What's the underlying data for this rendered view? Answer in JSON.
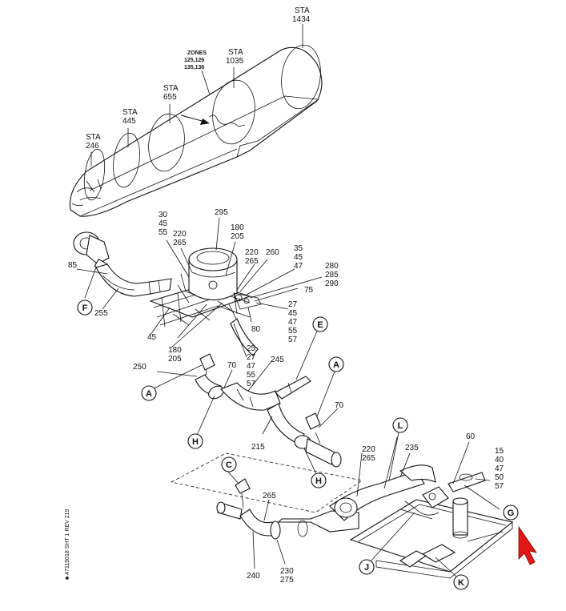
{
  "stations": [
    {
      "label": "STA",
      "value": "246"
    },
    {
      "label": "STA",
      "value": "445"
    },
    {
      "label": "STA",
      "value": "655"
    },
    {
      "label": "STA",
      "value": "1035"
    },
    {
      "label": "STA",
      "value": "1434"
    }
  ],
  "zones": [
    "ZONES",
    "125,126",
    "135,136"
  ],
  "part_numbers": {
    "p295": "295",
    "p30": "30",
    "p45a": "45",
    "p55a": "55",
    "p220a": "220",
    "p265a": "265",
    "p180a": "180",
    "p205a": "205",
    "p220b": "220",
    "p265b": "265",
    "p260": "260",
    "p35": "35",
    "p45b": "45",
    "p47a": "47",
    "p280": "280",
    "p285": "285",
    "p290": "290",
    "p75": "75",
    "p27a": "27",
    "p45c": "45",
    "p47b": "47",
    "p55b": "55",
    "p57a": "57",
    "p85": "85",
    "p255": "255",
    "p45d": "45",
    "p180b": "180",
    "p205b": "205",
    "p80": "80",
    "p25": "25",
    "p27b": "27",
    "p47c": "47",
    "p55c": "55",
    "p57b": "57",
    "p250": "250",
    "p70a": "70",
    "p245": "245",
    "p215": "215",
    "p70b": "70",
    "p220c": "220",
    "p265c": "265",
    "p235": "235",
    "p60": "60",
    "p15": "15",
    "p40": "40",
    "p47d": "47",
    "p50": "50",
    "p57c": "57",
    "p265d": "265",
    "p240": "240",
    "p230": "230",
    "p275": "275"
  },
  "callouts": {
    "A1": "A",
    "A2": "A",
    "C": "C",
    "E": "E",
    "F": "F",
    "G": "G",
    "H1": "H",
    "H2": "H",
    "J": "J",
    "K": "K",
    "L": "L"
  },
  "side_note": "■ 47115018 SHT 1 REV 219",
  "colors": {
    "line": "#111111",
    "cursor": "#e01818",
    "background": "#ffffff"
  }
}
